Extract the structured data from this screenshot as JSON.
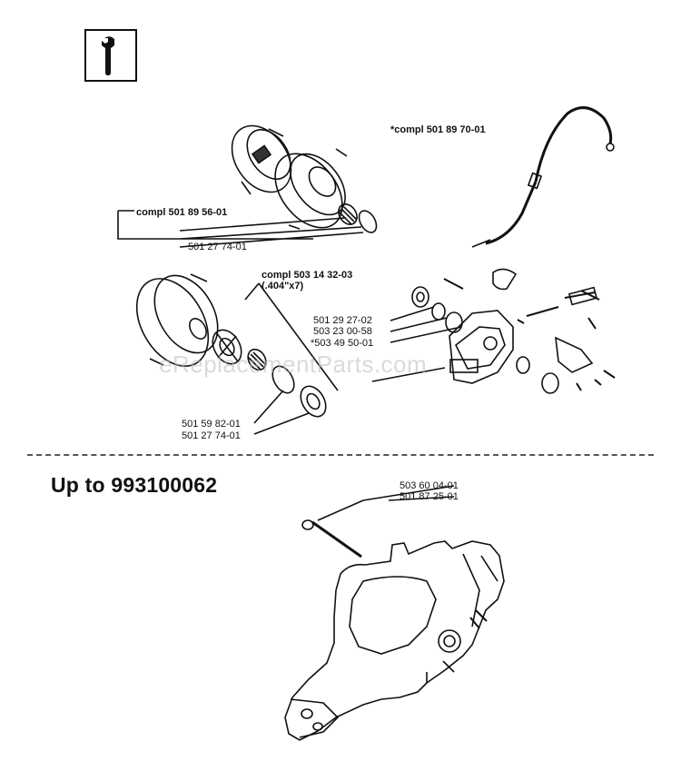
{
  "heading": "Up to 993100062",
  "watermark": "eReplacementParts.com",
  "icon": "wrench-icon",
  "labels": {
    "cable_compl": "*compl 501 89 70-01",
    "clutch_compl": "compl 501 89 56-01",
    "washer_a": "501 27 74-01",
    "sprocket_compl": "compl 503 14 32-03",
    "sprocket_pitch": "(.404\"x7)",
    "part_a": "501 29 27-02",
    "part_b": "503 23 00-58",
    "part_c": "*503 49 50-01",
    "part_d": "501 59 82-01",
    "washer_b": "501 27 74-01",
    "part_e": "503 60 04-01",
    "part_f": "501 87 25-01"
  }
}
